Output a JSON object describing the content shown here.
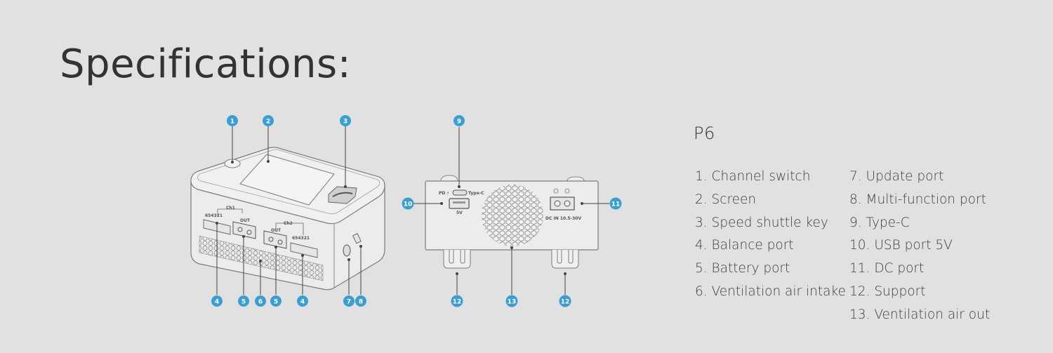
{
  "page": {
    "title": "Specifications:",
    "background_color": "#e1e1e1",
    "accent_color": "#3a9fd0"
  },
  "product": {
    "model": "P6"
  },
  "legend": {
    "column1": [
      {
        "number": "1.",
        "label": "Channel switch"
      },
      {
        "number": "2.",
        "label": "Screen"
      },
      {
        "number": "3.",
        "label": "Speed shuttle key"
      },
      {
        "number": "4.",
        "label": "Balance port"
      },
      {
        "number": "5.",
        "label": "Battery port"
      },
      {
        "number": "6.",
        "label": "Ventilation air intake"
      }
    ],
    "column2": [
      {
        "number": "7.",
        "label": "Update port"
      },
      {
        "number": "8.",
        "label": "Multi-function port"
      },
      {
        "number": "9.",
        "label": "Type-C"
      },
      {
        "number": "10.",
        "label": "USB port 5V"
      },
      {
        "number": "11.",
        "label": "DC port"
      },
      {
        "number": "12.",
        "label": "Support"
      },
      {
        "number": "13.",
        "label": "Ventilation air out"
      }
    ]
  },
  "diagram": {
    "front_view": {
      "badges": [
        "1",
        "2",
        "3",
        "4",
        "5",
        "6",
        "5",
        "4",
        "7",
        "8"
      ],
      "labels": {
        "ch1": "Ch1",
        "ch2": "Ch2",
        "out": "OUT",
        "balance_pins": "654321"
      }
    },
    "rear_view": {
      "badges": [
        "9",
        "10",
        "11",
        "12",
        "13",
        "12"
      ],
      "labels": {
        "pd": "PD",
        "typec": "Type-C",
        "usb_voltage": "5V",
        "dc_in": "DC  IN  10.5-30V"
      }
    }
  }
}
